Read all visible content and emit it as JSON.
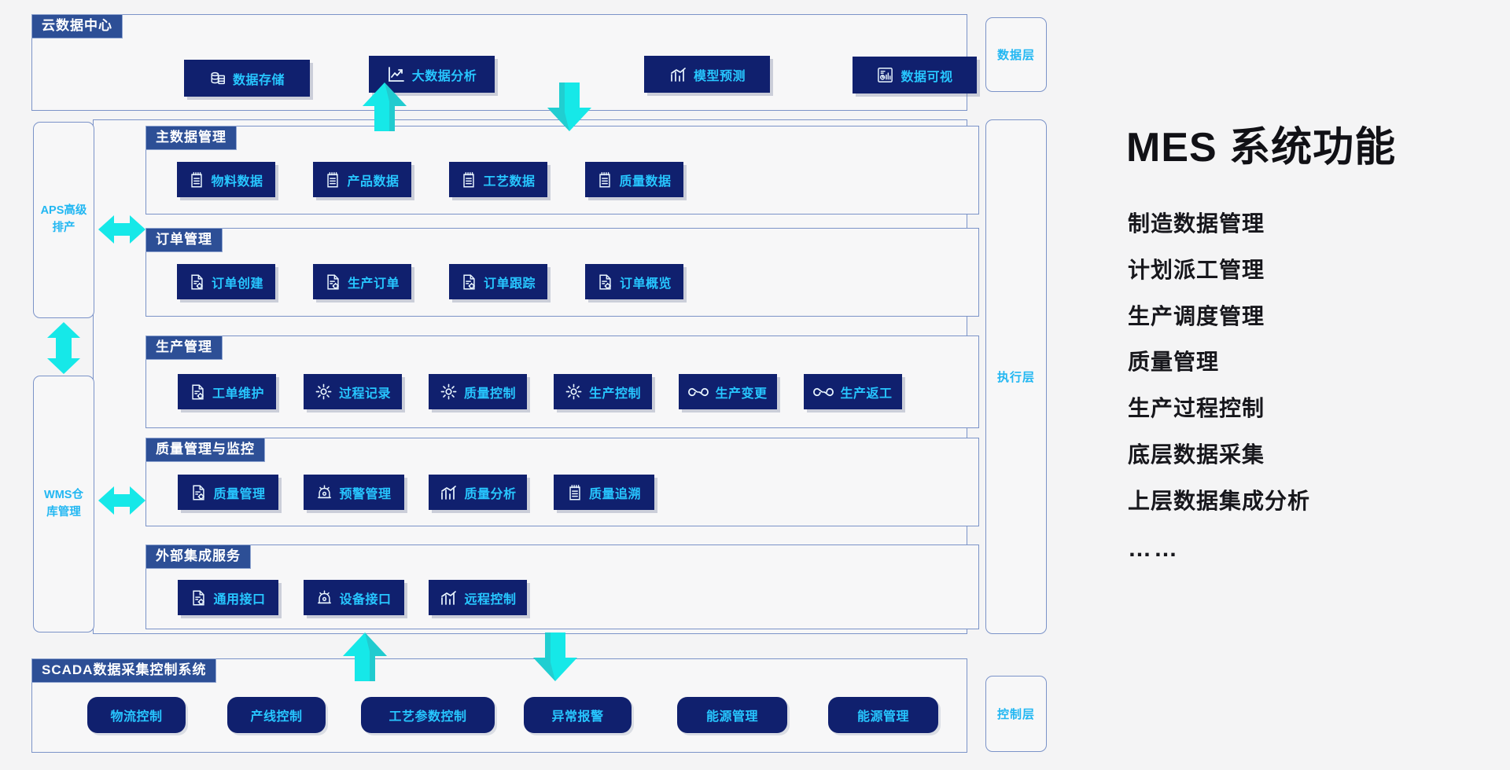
{
  "layers": [
    {
      "id": "data",
      "label": "数据层"
    },
    {
      "id": "execution",
      "label": "执行层"
    },
    {
      "id": "control",
      "label": "控制层"
    }
  ],
  "side_systems": [
    {
      "id": "aps",
      "label": "APS高级排产"
    },
    {
      "id": "wms",
      "label": "WMS仓库管理"
    }
  ],
  "sections": {
    "cloud": {
      "title": "云数据中心",
      "tiles": [
        {
          "label": "数据存储",
          "icon": "database-icon"
        },
        {
          "label": "大数据分析",
          "icon": "line-chart-icon"
        },
        {
          "label": "模型预测",
          "icon": "bar-trend-icon"
        },
        {
          "label": "数据可视",
          "icon": "dashboard-icon"
        }
      ]
    },
    "master_data": {
      "title": "主数据管理",
      "tiles": [
        {
          "label": "物料数据",
          "icon": "clipboard-icon"
        },
        {
          "label": "产品数据",
          "icon": "clipboard-icon"
        },
        {
          "label": "工艺数据",
          "icon": "clipboard-icon"
        },
        {
          "label": "质量数据",
          "icon": "clipboard-icon"
        }
      ]
    },
    "order": {
      "title": "订单管理",
      "tiles": [
        {
          "label": "订单创建",
          "icon": "document-gear-icon"
        },
        {
          "label": "生产订单",
          "icon": "document-gear-icon"
        },
        {
          "label": "订单跟踪",
          "icon": "document-gear-icon"
        },
        {
          "label": "订单概览",
          "icon": "document-gear-icon"
        }
      ]
    },
    "production": {
      "title": "生产管理",
      "tiles": [
        {
          "label": "工单维护",
          "icon": "document-gear-icon"
        },
        {
          "label": "过程记录",
          "icon": "gear-icon"
        },
        {
          "label": "质量控制",
          "icon": "gear-icon"
        },
        {
          "label": "生产控制",
          "icon": "gear-icon"
        },
        {
          "label": "生产变更",
          "icon": "infinity-icon"
        },
        {
          "label": "生产返工",
          "icon": "infinity-icon"
        }
      ]
    },
    "quality": {
      "title": "质量管理与监控",
      "tiles": [
        {
          "label": "质量管理",
          "icon": "document-gear-icon"
        },
        {
          "label": "预警管理",
          "icon": "alarm-icon"
        },
        {
          "label": "质量分析",
          "icon": "bar-trend-icon"
        },
        {
          "label": "质量追溯",
          "icon": "clipboard-icon"
        }
      ]
    },
    "integration": {
      "title": "外部集成服务",
      "tiles": [
        {
          "label": "通用接口",
          "icon": "document-gear-icon"
        },
        {
          "label": "设备接口",
          "icon": "alarm-icon"
        },
        {
          "label": "远程控制",
          "icon": "bar-trend-icon"
        }
      ]
    },
    "scada": {
      "title": "SCADA数据采集控制系统",
      "tiles": [
        {
          "label": "物流控制"
        },
        {
          "label": "产线控制"
        },
        {
          "label": "工艺参数控制"
        },
        {
          "label": "异常报警"
        },
        {
          "label": "能源管理"
        },
        {
          "label": "能源管理"
        }
      ]
    }
  },
  "info": {
    "title": "MES 系统功能",
    "items": [
      "制造数据管理",
      "计划派工管理",
      "生产调度管理",
      "质量管理",
      "生产过程控制",
      "底层数据采集",
      "上层数据集成分析",
      "……"
    ]
  },
  "colors": {
    "tile_bg": "#10206e",
    "tile_text": "#27c6ff",
    "title_bg": "#2d4f96",
    "panel_border": "#7b93c8",
    "arrow": "#16e8e8",
    "page_bg": "#f4f4f5"
  }
}
